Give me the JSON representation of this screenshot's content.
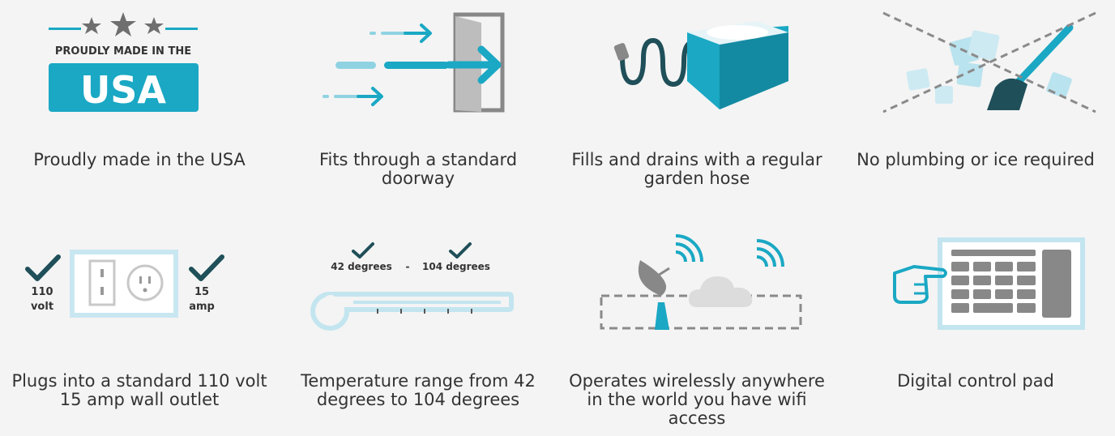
{
  "colors": {
    "accent": "#1aa8c4",
    "accent_light": "#b9e3ee",
    "dark_teal": "#1f4f59",
    "gray": "#777777",
    "text": "#333333",
    "background": "#f4f4f4"
  },
  "badge": {
    "line1": "PROUDLY MADE IN THE",
    "line2": "USA"
  },
  "outlet": {
    "volt_value": "110",
    "volt_unit": "volt",
    "amp_value": "15",
    "amp_unit": "amp"
  },
  "temperature": {
    "low_label": "42 degrees",
    "separator": "-",
    "high_label": "104 degrees"
  },
  "features": [
    {
      "icon": "usa-badge-icon",
      "caption": "Proudly made in the USA"
    },
    {
      "icon": "doorway-icon",
      "caption": "Fits through a standard doorway"
    },
    {
      "icon": "garden-hose-tub-icon",
      "caption": "Fills and drains with a regular garden hose"
    },
    {
      "icon": "no-plumbing-ice-icon",
      "caption": "No plumbing or ice required"
    },
    {
      "icon": "wall-outlet-icon",
      "caption": "Plugs into a standard 110 volt 15 amp wall outlet"
    },
    {
      "icon": "thermometer-icon",
      "caption": "Temperature range from 42 degrees to 104 degrees"
    },
    {
      "icon": "wifi-cloud-icon",
      "caption": "Operates wirelessly anywhere in the world you have wifi access"
    },
    {
      "icon": "control-pad-icon",
      "caption": "Digital control pad"
    }
  ]
}
